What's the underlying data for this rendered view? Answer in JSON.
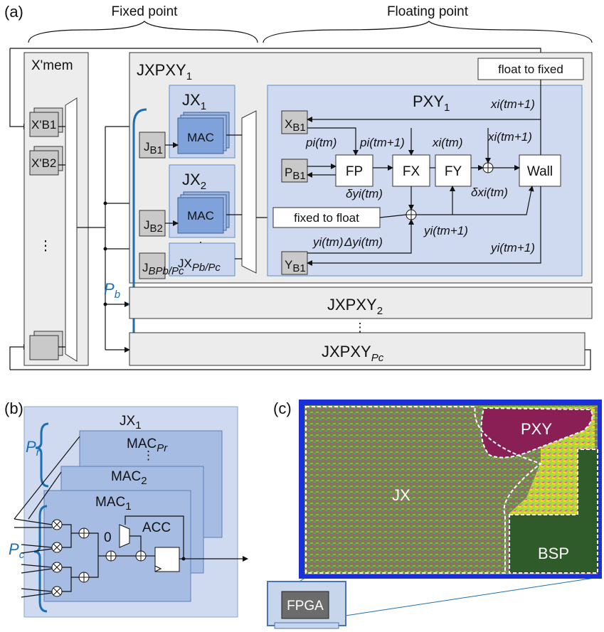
{
  "panel_a": {
    "tag": "(a)",
    "fixed_point_label": "Fixed point",
    "floating_point_label": "Floating point",
    "xmem_title": "X'mem",
    "xmem_b1": "X'B1",
    "xmem_b2": "X'B2",
    "xmem_dots": "⋮",
    "jxpxy1_title": "JXPXY",
    "jxpxy1_sub": "1",
    "float_to_fixed": "float to fixed",
    "jx1_title": "JX",
    "jx1_sub": "1",
    "jx2_title": "JX",
    "jx2_sub": "2",
    "jxn_title": "JX",
    "jxn_sub": "Pb/Pc",
    "mac_label": "MAC",
    "jb1_main": "J",
    "jb1_sub": "B1",
    "jb2_main": "J",
    "jb2_sub": "B2",
    "jbn_main": "J",
    "jbn_sub": "BPb/Pc",
    "pb_label": "P",
    "pb_sub": "b",
    "pxy1_title": "PXY",
    "pxy1_sub": "1",
    "xb1_main": "X",
    "xb1_sub": "B1",
    "pb1_main": "P",
    "pb1_sub": "B1",
    "yb1_main": "Y",
    "yb1_sub": "B1",
    "fp": "FP",
    "fx": "FX",
    "fy": "FY",
    "wall": "Wall",
    "fixed_to_float": "fixed to float",
    "sig_x_next_top": "xi(tm+1)",
    "sig_p_tm": "pi(tm)",
    "sig_p_next": "pi(tm+1)",
    "sig_x_tm": "xi(tm)",
    "sig_x_next_mid": "xi(tm+1)",
    "sig_delta_x": "δxi(tm)",
    "sig_delta_y": "δyi(tm)",
    "sig_cap_delta_y": "Δyi(tm)",
    "sig_y_tm": "yi(tm)",
    "sig_y_next_mid": "yi(tm+1)",
    "sig_y_next_right": "yi(tm+1)",
    "jxpxy2_title": "JXPXY",
    "jxpxy2_sub": "2",
    "jxpxy_dots": "⋮",
    "jxpxyn_title": "JXPXY",
    "jxpxyn_sub": "Pc"
  },
  "panel_b": {
    "tag": "(b)",
    "jx1": "JX",
    "jx1_sub": "1",
    "pr": "P",
    "pr_sub": "r",
    "pc": "P",
    "pc_sub": "c",
    "mac_pr": "MAC",
    "mac_pr_sub": "Pr",
    "mac_dots": "⋮",
    "mac2": "MAC",
    "mac2_sub": "2",
    "mac1": "MAC",
    "mac1_sub": "1",
    "acc": "ACC",
    "zero": "0"
  },
  "panel_c": {
    "tag": "(c)",
    "pxy": "PXY",
    "jx": "JX",
    "bsp": "BSP",
    "fpga": "FPGA"
  }
}
